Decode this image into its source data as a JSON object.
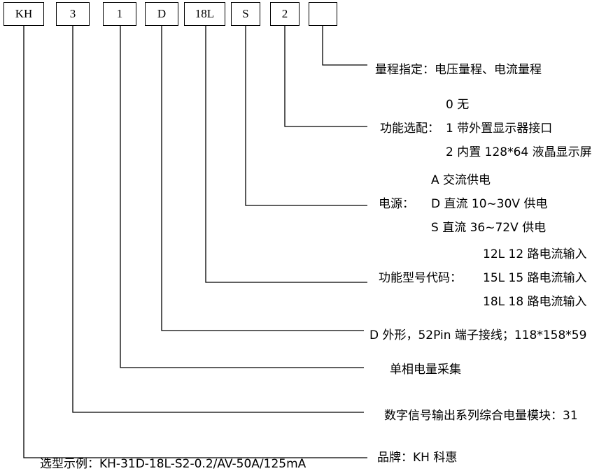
{
  "code_boxes": [
    "KH",
    "3",
    "1",
    "D",
    "18L",
    "S",
    "2",
    ""
  ],
  "legend": {
    "range": "量程指定：电压量程、电流量程",
    "function_options": {
      "label": "功能选配：",
      "opt0": "0  无",
      "opt1": "1  带外置显示器接口",
      "opt2": "2  内置 128*64 液晶显示屏"
    },
    "power": {
      "label": "电源：",
      "a": "A  交流供电",
      "d": "D  直流 10~30V 供电",
      "s": "S  直流 36~72V 供电"
    },
    "model_code": {
      "label": "功能型号代码：",
      "m12": "12L 12 路电流输入",
      "m15": "15L 15 路电流输入",
      "m18": "18L 18 路电流输入"
    },
    "form": "D  外形，52Pin  端子接线；118*158*59",
    "single_phase": "单相电量采集",
    "series": "数字信号输出系列综合电量模块：31",
    "brand": "品牌：KH 科惠"
  },
  "example_cutoff": "选型示例：KH-31D-18L-S2-0.2/AV-50A/125mA"
}
